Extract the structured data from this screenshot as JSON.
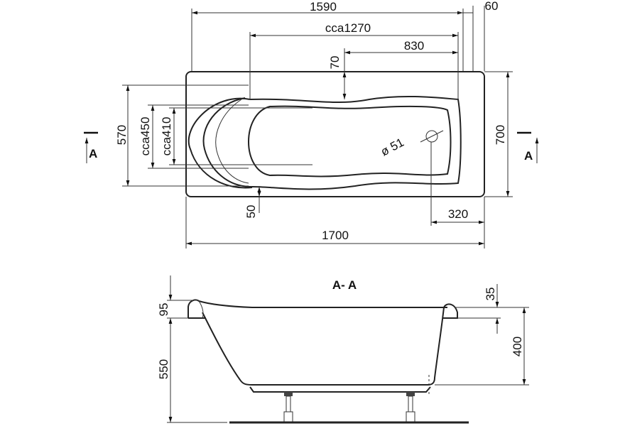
{
  "top_view": {
    "dims": {
      "length_inner": "1590",
      "rim_end": "60",
      "bottom_length": "cca1270",
      "drain_offset": "830",
      "rim_side": "70",
      "width_inner": "570",
      "headrest_outer": "cca450",
      "headrest_inner": "cca410",
      "width_total": "700",
      "length_total": "1700",
      "drain_from_end": "320",
      "rim_bottom": "50",
      "drain_diameter": "ø 51"
    },
    "section_marker_left": "A",
    "section_marker_right": "A"
  },
  "section_view": {
    "title": "A- A",
    "dims": {
      "headrest_height": "95",
      "total_height": "550",
      "rim_height": "35",
      "depth": "400"
    }
  }
}
